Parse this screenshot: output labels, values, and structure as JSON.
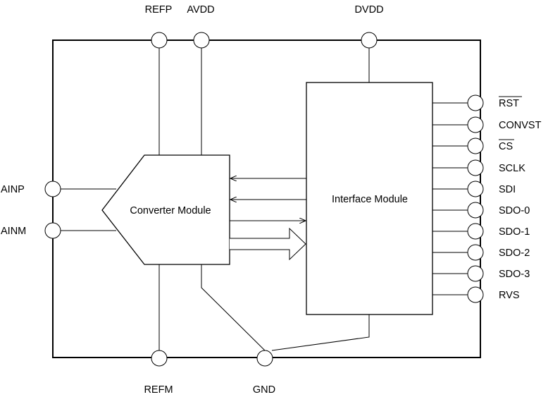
{
  "diagram": {
    "blocks": {
      "converter": "Converter Module",
      "interface": "Interface Module"
    },
    "pins": {
      "top": [
        "REFP",
        "AVDD",
        "DVDD"
      ],
      "left": [
        "AINP",
        "AINM"
      ],
      "bottom": [
        "REFM",
        "GND"
      ],
      "right": [
        "RST",
        "CONVST",
        "CS",
        "SCLK",
        "SDI",
        "SDO-0",
        "SDO-1",
        "SDO-2",
        "SDO-3",
        "RVS"
      ]
    },
    "overlined_pins": [
      "RST",
      "CS"
    ]
  }
}
